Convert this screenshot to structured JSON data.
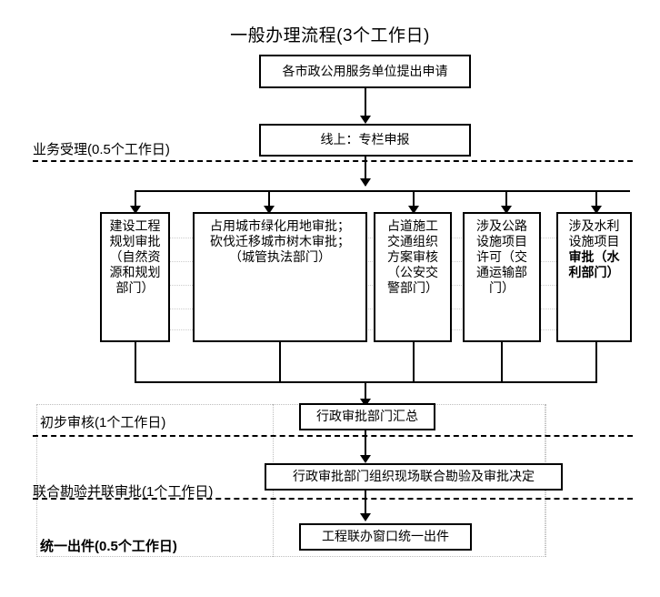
{
  "title": "一般办理流程(3个工作日)",
  "stages": [
    {
      "id": "acceptance",
      "label": "业务受理(0.5个工作日)",
      "bold": false
    },
    {
      "id": "preliminary-review",
      "label": "初步审核(1个工作日)",
      "bold": false
    },
    {
      "id": "joint-survey",
      "label": "联合勘验并联审批(1个工作日)",
      "bold": false
    },
    {
      "id": "unified-issue",
      "label": "统一出件(0.5个工作日)",
      "bold": true
    }
  ],
  "nodes": {
    "apply": "各市政公用服务单位提出申请",
    "online": "线上：专栏申报",
    "summary": "行政审批部门汇总",
    "joint_decision": "行政审批部门组织现场联合勘验及审批决定",
    "issue": "工程联办窗口统一出件"
  },
  "parallel_items": [
    {
      "id": "planning-approval",
      "lines": [
        "建设工程",
        "规划审批",
        "（自然资",
        "源和规划",
        "部门）"
      ],
      "bold_lines": []
    },
    {
      "id": "green-land-tree-approval",
      "lines": [
        "占用城市绿化用地审批；",
        "砍伐迁移城市树木审批；",
        "（城管执法部门）"
      ],
      "bold_lines": []
    },
    {
      "id": "road-traffic-plan-review",
      "lines": [
        "占道施工",
        "交通组织",
        "方案审核",
        "（公安交",
        "警部门）"
      ],
      "bold_lines": []
    },
    {
      "id": "highway-facility-permit",
      "lines": [
        "涉及公路",
        "设施项目",
        "许可（交",
        "通运输部",
        "门）"
      ],
      "bold_lines": []
    },
    {
      "id": "water-facility-approval",
      "lines": [
        "涉及水利",
        "设施项目",
        "审批（水",
        "利部门）"
      ],
      "bold_lines": [
        2,
        3
      ]
    }
  ],
  "colors": {
    "line": "#000000",
    "guide": "#bdbdbd",
    "background": "#ffffff"
  }
}
